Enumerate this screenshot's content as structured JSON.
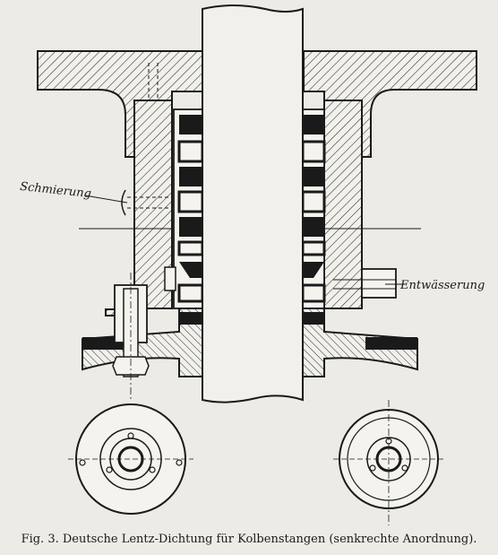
{
  "figure": {
    "labels": {
      "lubrication": "Schmierung",
      "drainage": "Entwässerung"
    },
    "caption": "Fig. 3.  Deutsche Lentz-Dichtung für Kolbenstangen (senkrechte Anordnung)."
  },
  "colors": {
    "paper": "#ecebe6",
    "ink": "#1a1a1a"
  }
}
